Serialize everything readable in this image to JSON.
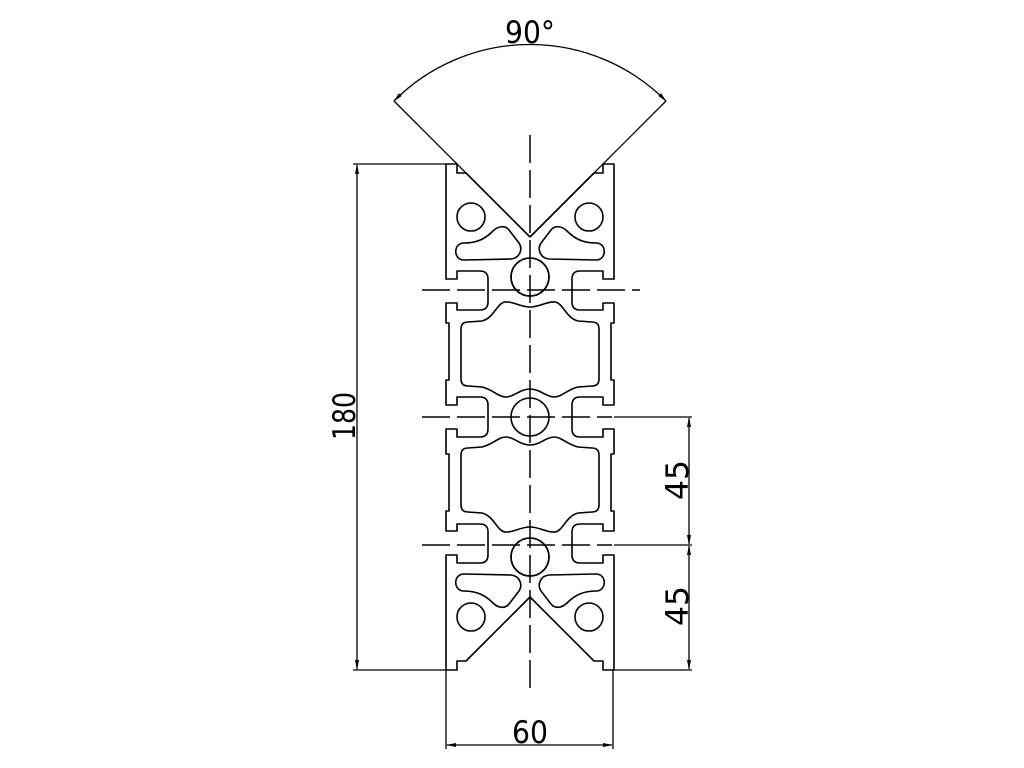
{
  "drawing": {
    "type": "aluminum extrusion profile cross-section",
    "line_color": "#000000",
    "background_color": "#ffffff",
    "dimensions": {
      "angle": {
        "label": "90°"
      },
      "height": {
        "label": "180"
      },
      "slot_pitch_upper": {
        "label": "45"
      },
      "slot_pitch_lower": {
        "label": "45"
      },
      "width": {
        "label": "60"
      }
    }
  }
}
